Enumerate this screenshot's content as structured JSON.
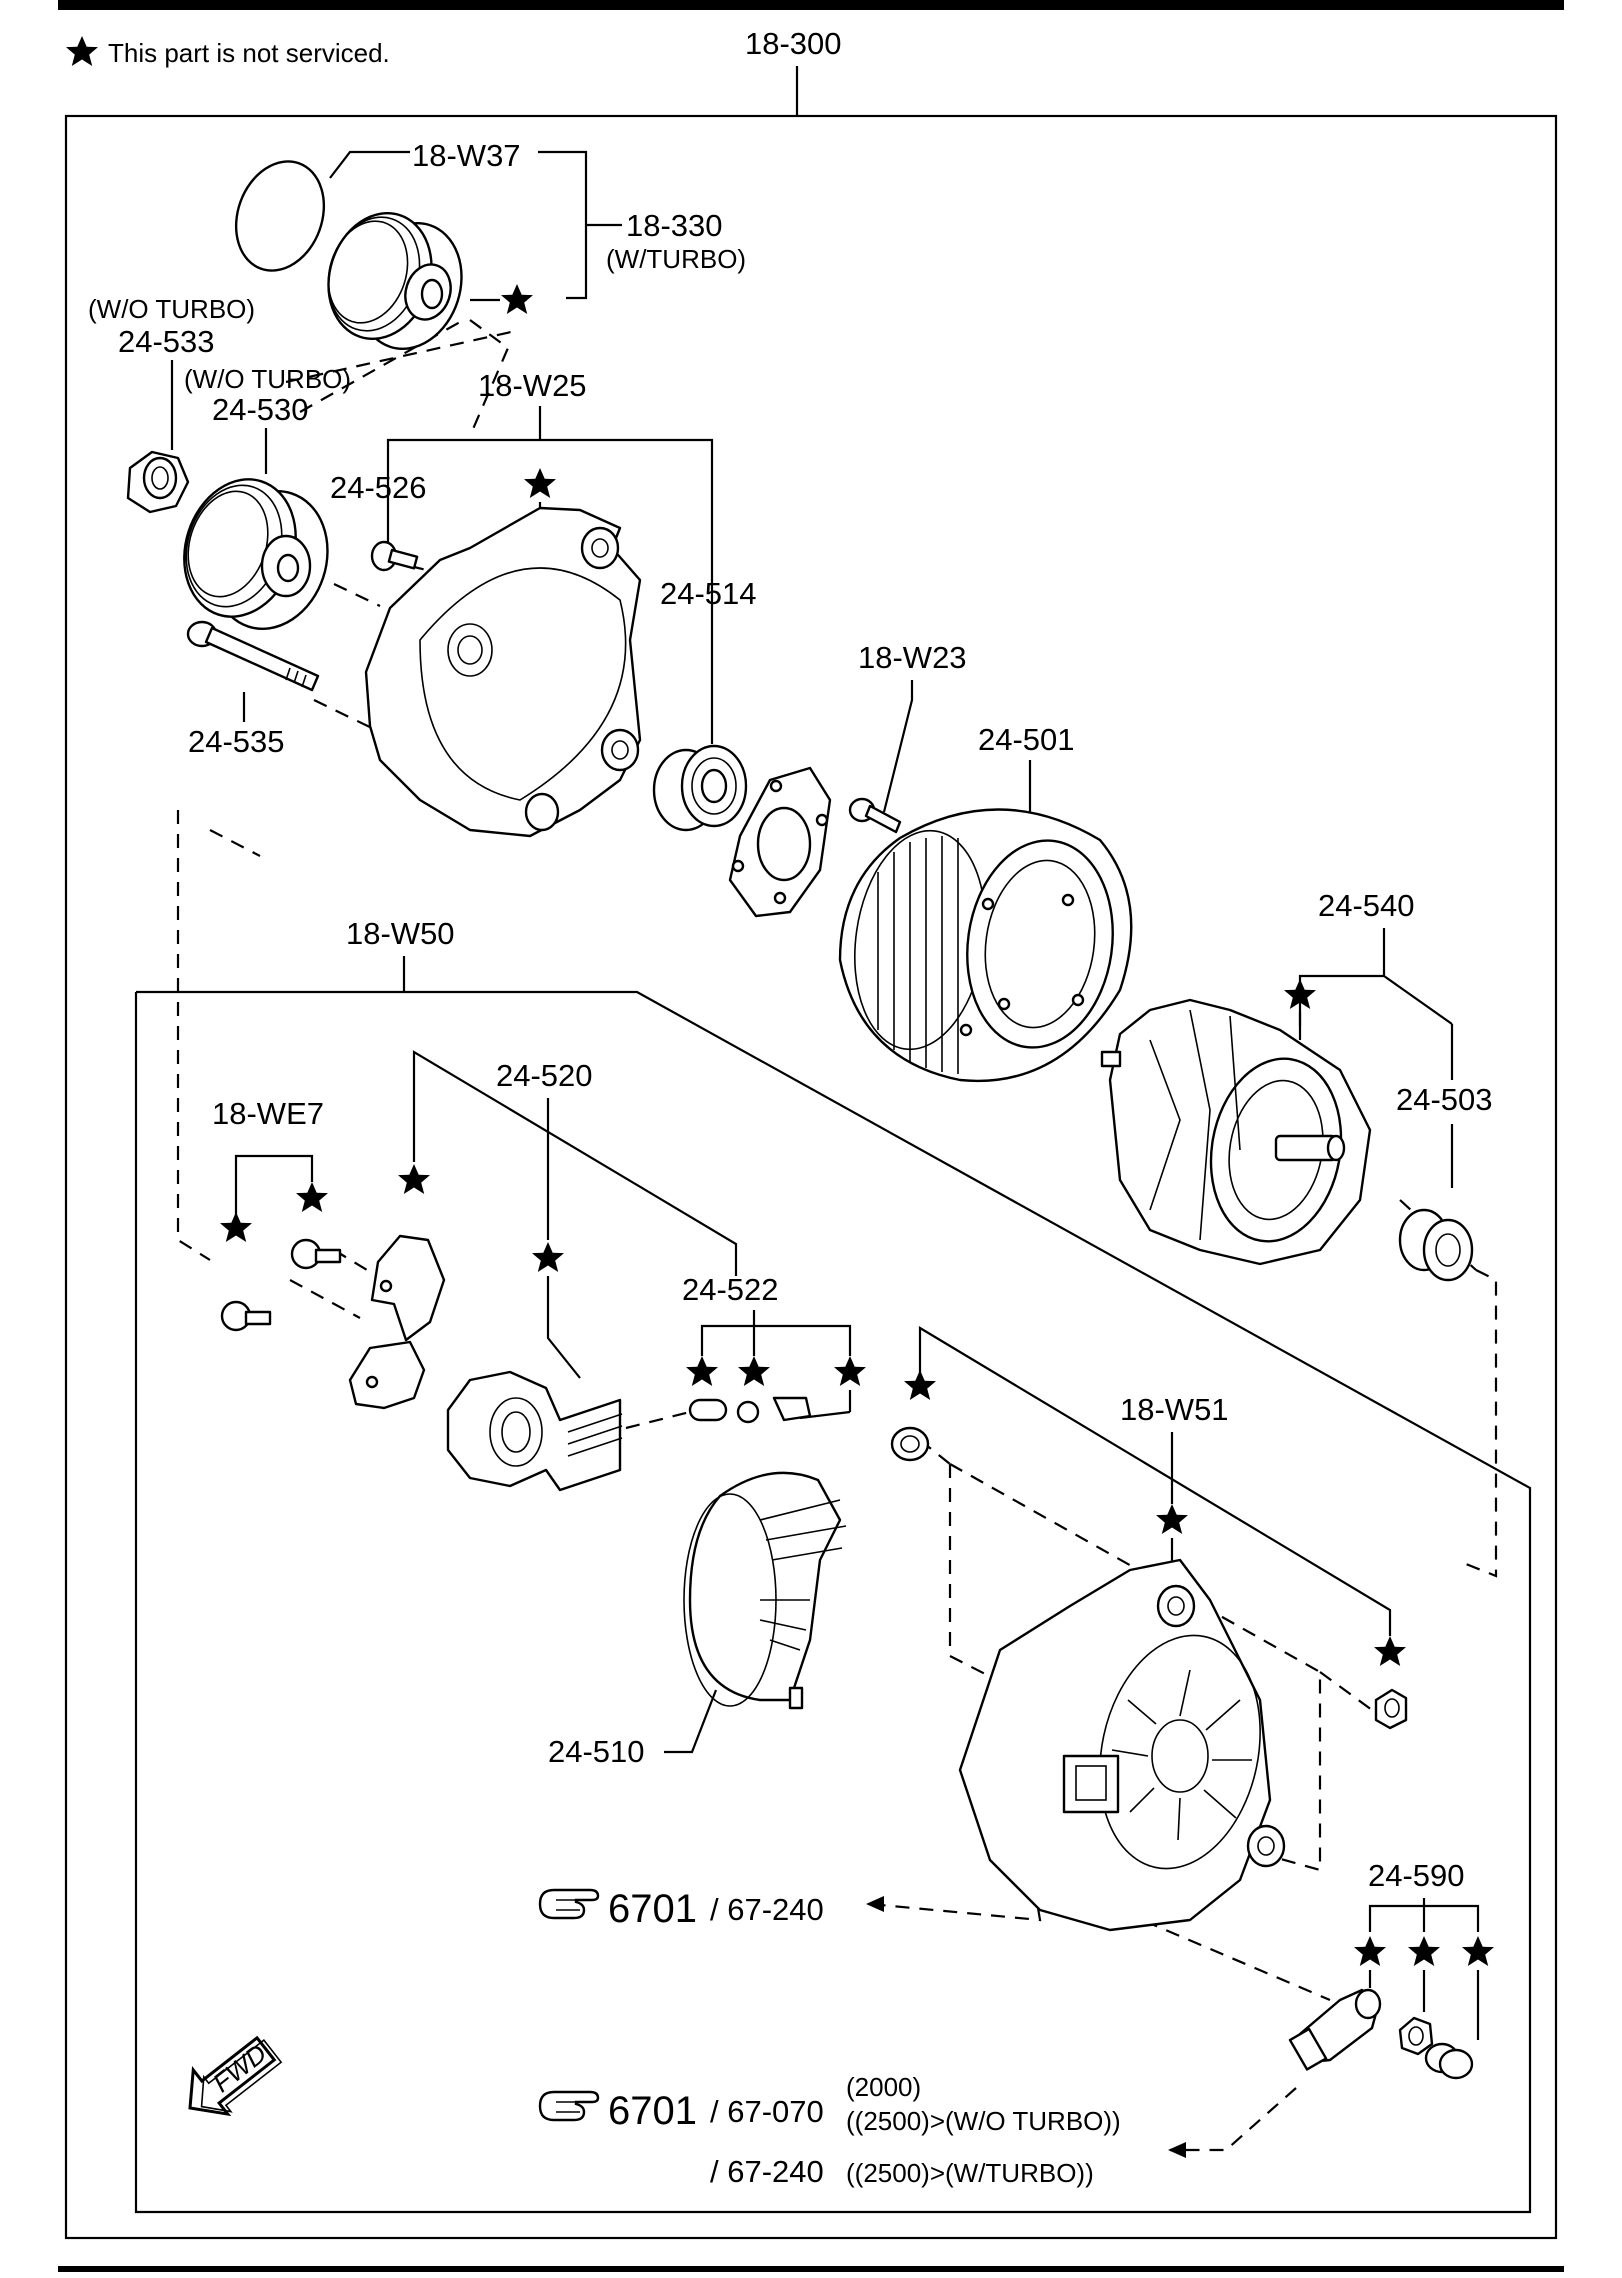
{
  "note": {
    "text": "This part is not serviced."
  },
  "assembly_label": "18-300",
  "labels": {
    "w37": "18-W37",
    "p330": "18-330",
    "p330_note": "(W/TURBO)",
    "p533_note": "(W/O TURBO)",
    "p533": "24-533",
    "p530_note": "(W/O TURBO)",
    "p530": "24-530",
    "w25": "18-W25",
    "p526": "24-526",
    "p514": "24-514",
    "p535": "24-535",
    "w23": "18-W23",
    "p501": "24-501",
    "p540": "24-540",
    "p503": "24-503",
    "w50": "18-W50",
    "p520": "24-520",
    "we7": "18-WE7",
    "p522": "24-522",
    "w51": "18-W51",
    "p510": "24-510",
    "p590": "24-590"
  },
  "references": {
    "ref1_page": "6701",
    "ref1_sub": "/ 67-240",
    "ref2_page": "6701",
    "ref2_sub": "/ 67-070",
    "ref2_note_top": "(2000)",
    "ref2_note_bottom": "((2500)>(W/O TURBO))",
    "ref3_sub": "/ 67-240",
    "ref3_note": "((2500)>(W/TURBO))"
  },
  "fwd_label": "FWD",
  "icons": [
    "star-icon",
    "pointing-hand-icon",
    "fwd-arrow-icon"
  ]
}
